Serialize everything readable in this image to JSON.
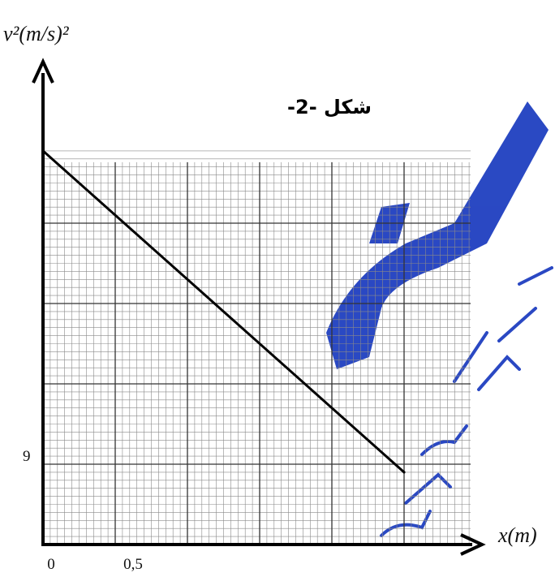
{
  "chart_data": {
    "type": "line",
    "ylabel": "v²(m/s)²",
    "xlabel": "x(m)",
    "x_ticks": [
      {
        "value": 0,
        "label": "0"
      },
      {
        "value": 0.5,
        "label": "0,5"
      }
    ],
    "y_ticks": [
      {
        "value": 9,
        "label": "9"
      }
    ],
    "annotation": "شكل -2-",
    "xlim": [
      0,
      3.5
    ],
    "ylim": [
      0,
      49
    ],
    "grid": true,
    "series": [
      {
        "x": [
          0,
          2.5
        ],
        "y": [
          49,
          9
        ]
      }
    ]
  },
  "colors": {
    "line": "#000000",
    "grid_major": "#333333",
    "grid_minor": "#8a8a8a",
    "watermark": "#1f3fc0"
  }
}
